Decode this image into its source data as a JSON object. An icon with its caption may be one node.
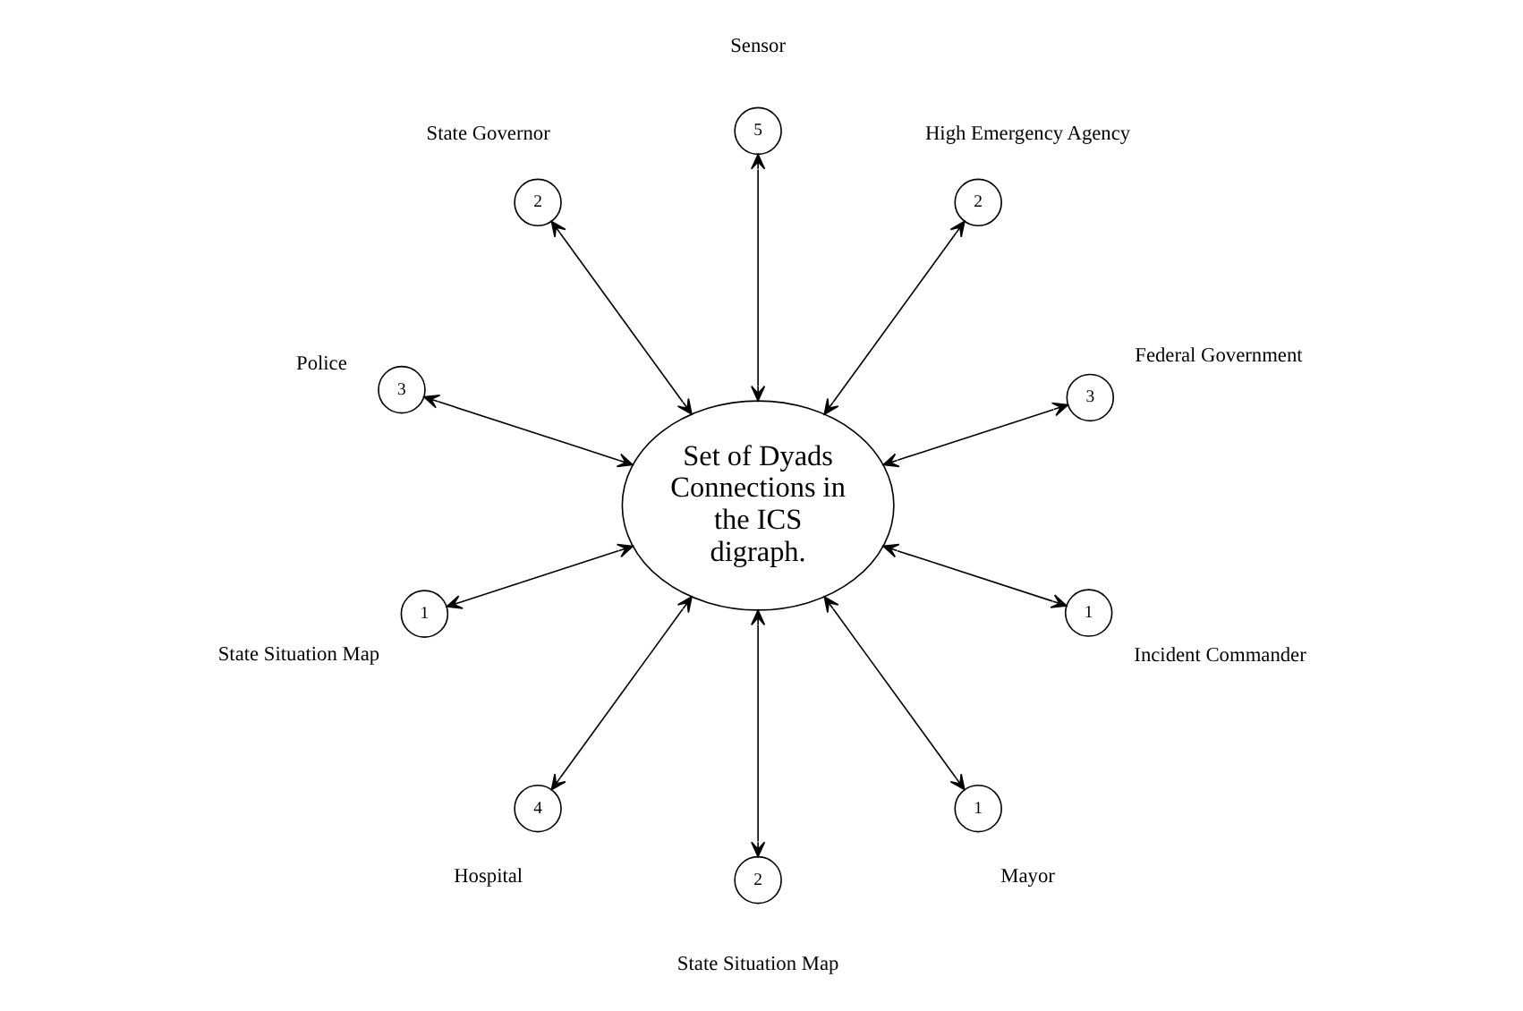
{
  "diagram": {
    "nodes": [
      {
        "text": [
          "Set of Dyads Connections in the ICS digraph."
        ]
      },
      {
        "text": [
          "3"
        ],
        "beside": [
          "Federal Government"
        ]
      },
      {
        "text": [
          "2"
        ],
        "beside": [
          "High Emergency Agency"
        ]
      },
      {
        "text": [
          "5"
        ],
        "beside": [
          "Sensor"
        ]
      },
      {
        "text": [
          "2"
        ],
        "beside": [
          "State Governor"
        ]
      },
      {
        "text": [
          "3"
        ],
        "beside": [
          "Police"
        ]
      },
      {
        "text": [
          "1"
        ],
        "beside": [
          "State Situation Map"
        ]
      },
      {
        "text": [
          "4"
        ],
        "beside": [
          "Hospital"
        ]
      },
      {
        "text": [
          "2"
        ],
        "beside": [
          "State Situation Map"
        ]
      },
      {
        "text": [
          "1"
        ],
        "beside": [
          "Mayor"
        ]
      },
      {
        "text": [
          "1"
        ],
        "beside": [
          "Incident Commander"
        ]
      }
    ],
    "edges": [
      {
        "from": 1,
        "to": 0,
        "arrow": "both"
      },
      {
        "from": 2,
        "to": 0,
        "arrow": "both"
      },
      {
        "from": 3,
        "to": 0,
        "arrow": "both"
      },
      {
        "from": 4,
        "to": 0,
        "arrow": "both"
      },
      {
        "from": 5,
        "to": 0,
        "arrow": "both"
      },
      {
        "from": 6,
        "to": 0,
        "arrow": "both"
      },
      {
        "from": 7,
        "to": 0,
        "arrow": "both"
      },
      {
        "from": 8,
        "to": 0,
        "arrow": "both"
      },
      {
        "from": 9,
        "to": 0,
        "arrow": "both"
      },
      {
        "from": 10,
        "to": 0,
        "arrow": "both"
      }
    ]
  }
}
